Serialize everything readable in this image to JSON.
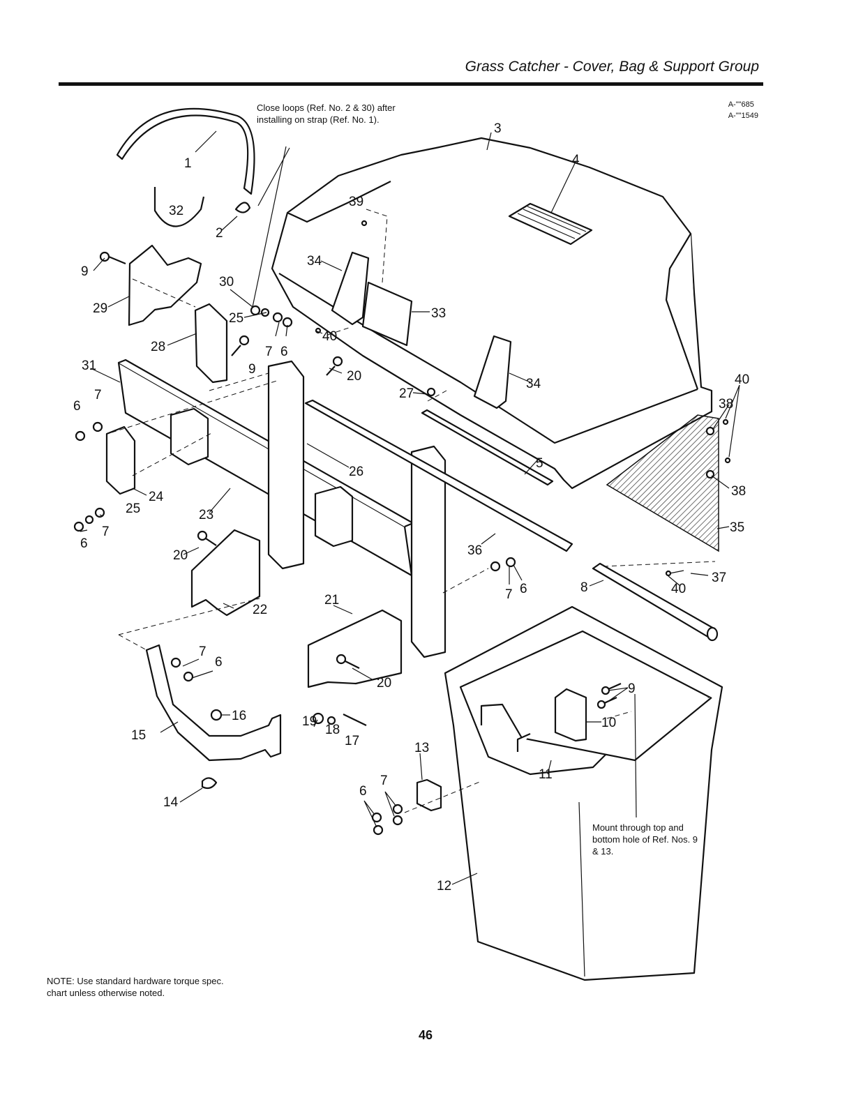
{
  "header": {
    "title": "Grass Catcher - Cover, Bag & Support Group",
    "codes": [
      "A-\"\"685",
      "A-\"\"1549"
    ]
  },
  "notes": {
    "close_loops": "Close loops (Ref. No. 2 & 30) after installing on strap (Ref. No. 1).",
    "mount": "Mount through top and bottom hole of Ref. Nos. 9 & 13.",
    "torque": "NOTE: Use standard hardware torque spec. chart unless otherwise noted."
  },
  "callouts": [
    "1",
    "2",
    "3",
    "4",
    "5",
    "6",
    "7",
    "8",
    "9",
    "10",
    "11",
    "12",
    "13",
    "14",
    "15",
    "16",
    "17",
    "18",
    "19",
    "20",
    "21",
    "22",
    "23",
    "24",
    "25",
    "26",
    "27",
    "28",
    "29",
    "30",
    "31",
    "32",
    "33",
    "34",
    "35",
    "36",
    "37",
    "38",
    "39",
    "40"
  ],
  "page_number": "46"
}
